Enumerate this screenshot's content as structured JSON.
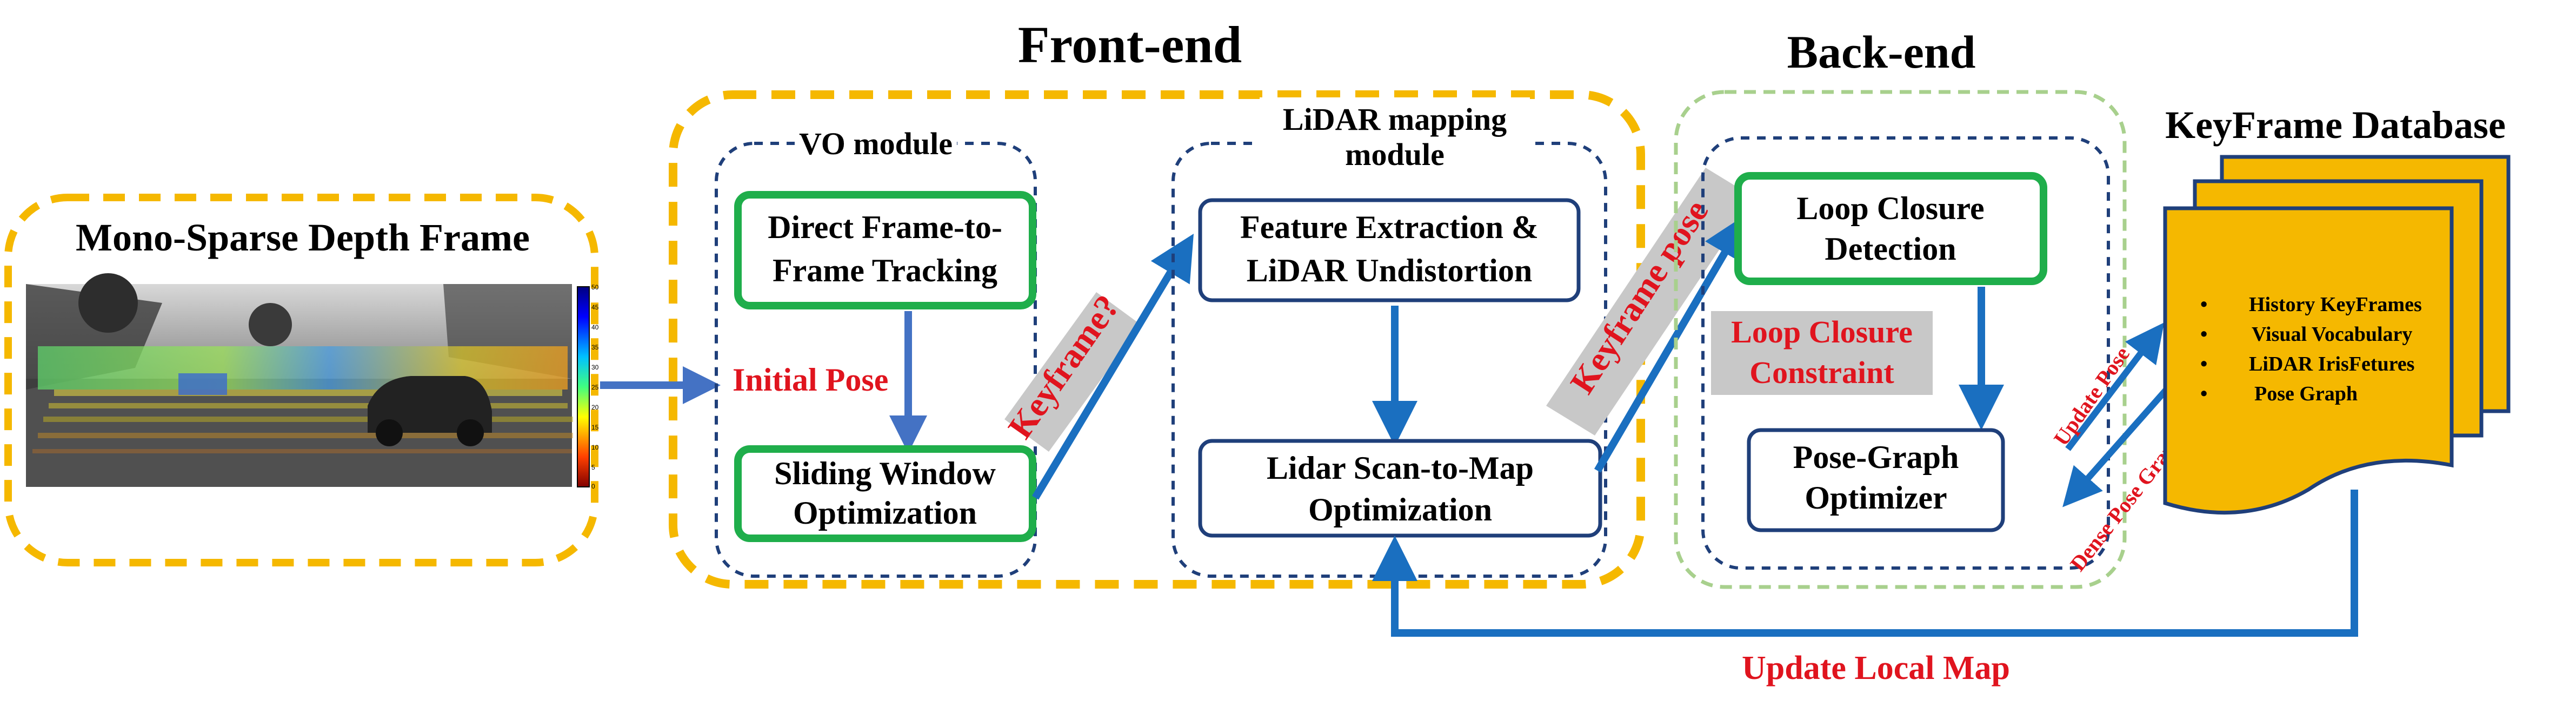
{
  "sections": {
    "front_end": "Front-end",
    "back_end": "Back-end",
    "keyframe_db": "KeyFrame Database"
  },
  "input": {
    "title": "Mono-Sparse Depth Frame",
    "colorbar_ticks": [
      "50",
      "45",
      "40",
      "35",
      "30",
      "25",
      "20",
      "15",
      "10",
      "5",
      "0"
    ]
  },
  "vo_module": {
    "title": "VO module",
    "box1_line1": "Direct Frame-to-",
    "box1_line2": "Frame Tracking",
    "box2_line1": "Sliding Window",
    "box2_line2": "Optimization",
    "edge_label": "Initial Pose"
  },
  "lidar_module": {
    "title_line1": "LiDAR mapping",
    "title_line2": "module",
    "box1_line1": "Feature Extraction &",
    "box1_line2": "LiDAR Undistortion",
    "box2_line1": "Lidar Scan-to-Map",
    "box2_line2": "Optimization"
  },
  "edges": {
    "keyframe_q": "Keyframe?",
    "keyframe_pose": "Keyframe pose",
    "update_pose": "Update Pose",
    "dense_pose_graph": "Dense Pose Graph",
    "update_local_map": "Update Local Map"
  },
  "backend": {
    "box1_line1": "Loop Closure",
    "box1_line2": "Detection",
    "constraint_line1": "Loop Closure",
    "constraint_line2": "Constraint",
    "box2_line1": "Pose-Graph",
    "box2_line2": "Optimizer"
  },
  "database": {
    "items": [
      "History KeyFrames",
      "Visual Vocabulary",
      "LiDAR IrisFetures",
      "Pose Graph"
    ]
  },
  "colors": {
    "orange_dash": "#f5b800",
    "green_dash": "#a8d08d",
    "navy_dash": "#1f3f7a",
    "green_box": "#1fae4b",
    "navy_box": "#1f3f7a",
    "arrow_blue": "#1a6fc0",
    "red_text": "#e0141e",
    "gray_band": "#c8c8c8",
    "db_fill": "#f5b800"
  }
}
